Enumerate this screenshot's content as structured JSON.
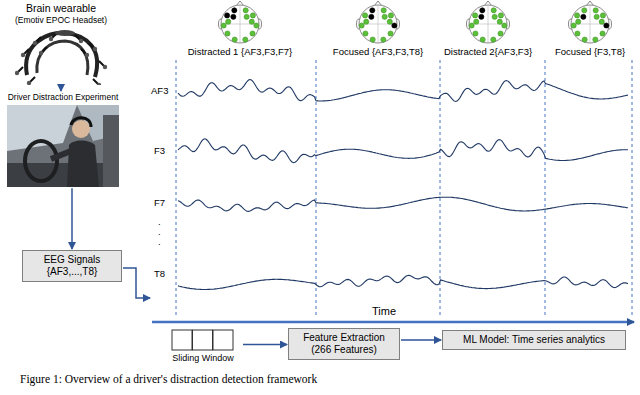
{
  "diagram": {
    "caption": "Figure 1: Overview of a driver's distraction detection framework",
    "nodes": [
      {
        "text": [
          "Brain wearable",
          "(Emotiv EPOC Headset)"
        ]
      },
      {
        "text": [
          "Driver Distraction Experiment"
        ]
      },
      {
        "text": [
          "EEG Signals {AF3,...,T8}"
        ]
      },
      {
        "text": [
          "Sliding Window"
        ]
      },
      {
        "text": [
          "Feature Extraction (266 Features)"
        ]
      },
      {
        "text": [
          "ML Model: Time series analytics"
        ]
      }
    ],
    "edges": [
      {
        "from": 0,
        "to": 1,
        "arrow": "to"
      },
      {
        "from": 1,
        "to": 2,
        "arrow": "to"
      },
      {
        "from": 3,
        "to": 4,
        "arrow": "to"
      },
      {
        "from": 4,
        "to": 5,
        "arrow": "to"
      }
    ],
    "labels": [
      "Distracted 1 {AF3,F3,F7}",
      "Focused {AF3,F3,T8}",
      "Distracted 2{AF3,F3}",
      "Focused {F3,T8}",
      "AF3",
      "F3",
      "F7",
      ".",
      ".",
      ".",
      "T8",
      "Time"
    ]
  }
}
